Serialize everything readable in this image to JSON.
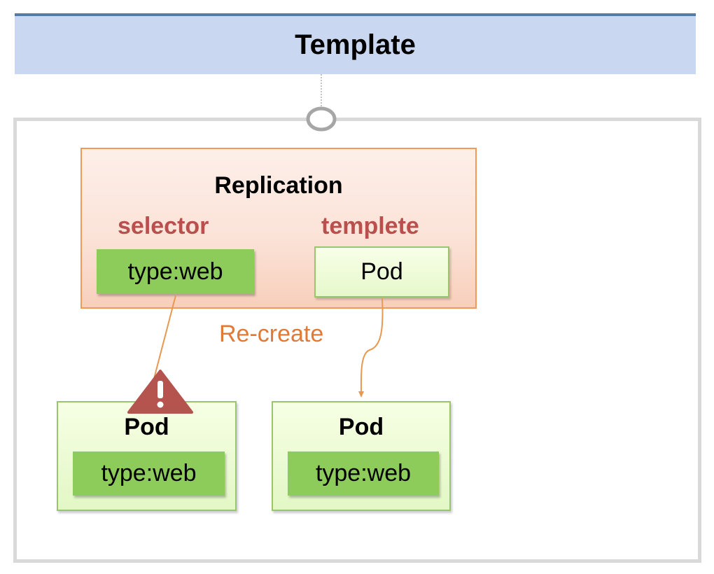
{
  "title": "Template",
  "replication": {
    "title": "Replication",
    "selector_label": "selector",
    "template_label": "templete",
    "selector_value": "type:web",
    "template_value": "Pod"
  },
  "recreate_label": "Re-create",
  "pods": [
    {
      "title": "Pod",
      "label": "type:web",
      "warning": true
    },
    {
      "title": "Pod",
      "label": "type:web",
      "warning": false
    }
  ],
  "colors": {
    "title_bar": "#c9d8f0",
    "title_border": "#5877ab",
    "rc_border": "#ef9a59",
    "label_red": "#b9504d",
    "green": "#8dcb5b",
    "connector": "#e89850",
    "warning": "#b9504d"
  },
  "icons": [
    "warning-icon"
  ]
}
